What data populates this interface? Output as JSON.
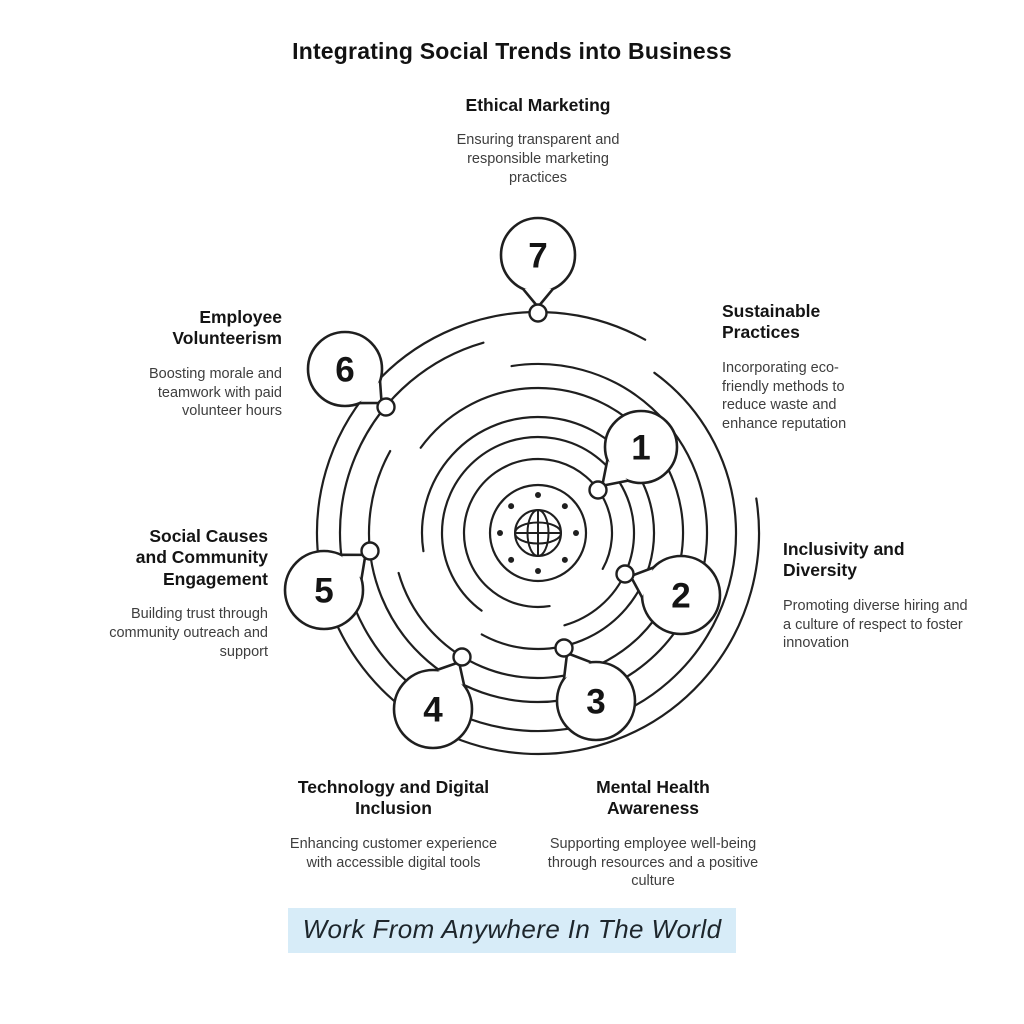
{
  "title": "Integrating Social Trends into Business",
  "banner": {
    "text": "Work From Anywhere In The World"
  },
  "icons": {
    "center": "globe-icon"
  },
  "colors": {
    "line": "#1f1f1f",
    "heading": "#141414",
    "body": "#3e3e3e",
    "banner_bg": "#d7ecf8",
    "banner_text": "#1d262c",
    "node_fill": "#ffffff"
  },
  "nodes": [
    {
      "number": "1",
      "label": "Sustainable Practices",
      "description": "Incorporating eco-friendly methods to reduce waste and enhance reputation"
    },
    {
      "number": "2",
      "label": "Inclusivity and Diversity",
      "description": "Promoting diverse hiring and a culture of respect to foster innovation"
    },
    {
      "number": "3",
      "label": "Mental Health Awareness",
      "description": "Supporting employee well-being through resources and a positive culture"
    },
    {
      "number": "4",
      "label": "Technology and Digital Inclusion",
      "description": "Enhancing customer experience with accessible digital tools"
    },
    {
      "number": "5",
      "label": "Social Causes and Community Engagement",
      "description": "Building trust through community outreach and support"
    },
    {
      "number": "6",
      "label": "Employee Volunteerism",
      "description": "Boosting morale and teamwork with paid volunteer hours"
    },
    {
      "number": "7",
      "label": "Ethical Marketing",
      "description": "Ensuring transparent and responsible marketing practices"
    }
  ]
}
